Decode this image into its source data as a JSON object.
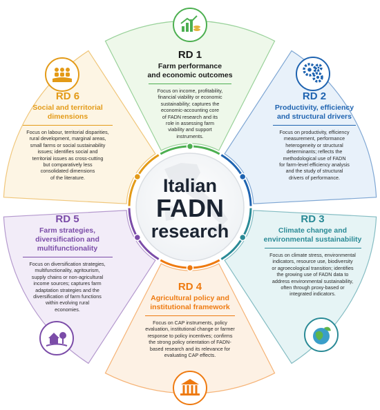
{
  "center": {
    "line1": "Italian",
    "line2": "FADN",
    "line3": "research"
  },
  "colors": {
    "rd1": "#4caf50",
    "rd2": "#1e63b0",
    "rd3": "#2a8a96",
    "rd4": "#ee7a10",
    "rd5": "#7b4ca8",
    "rd6": "#e39a17",
    "center_text": "#1b2432"
  },
  "sections": [
    {
      "id": "rd1",
      "number": "RD 1",
      "title": [
        "Farm performance",
        "and economic outcomes"
      ],
      "description": [
        "Focus on income, profitability,",
        "financial viability or economic",
        "sustainability; captures the",
        "economic-accounting core",
        "of FADN research and its",
        "role in assessing farm",
        "viability and support",
        "instruments."
      ],
      "icon": "bar-chart-coins-icon"
    },
    {
      "id": "rd2",
      "number": "RD 2",
      "title": [
        "Productivity, efficiency",
        "and structural drivers"
      ],
      "description": [
        "Focus on productivity, efficiency",
        "measurement, performance",
        "heterogeneity or structural",
        "determinants; reflects the",
        "methodological use of FADN",
        "for farm-level efficiency analysis",
        "and the study of structural",
        "drivers of performance."
      ],
      "icon": "gears-icon"
    },
    {
      "id": "rd3",
      "number": "RD 3",
      "title": [
        "Climate change and",
        "environmental sustainability"
      ],
      "description": [
        "Focus on climate stress, environmental",
        "indicators, resource use, biodiversity",
        "or agroecological transition; identifies",
        "the growing use of FADN data to",
        "address environmental sustainability,",
        "often through proxy-based or",
        "integrated indicators."
      ],
      "icon": "globe-leaf-icon"
    },
    {
      "id": "rd4",
      "number": "RD 4",
      "title": [
        "Agricultural policy and",
        "institutional framework"
      ],
      "description": [
        "Focus on CAP instruments, policy",
        "evaluation, institutional change or farmer",
        "response to policy incentives; confirms",
        "the strong policy orientation of FADN-",
        "based research and its relevance for",
        "evaluating CAP effects."
      ],
      "icon": "institution-building-icon"
    },
    {
      "id": "rd5",
      "number": "RD 5",
      "title": [
        "Farm strategies,",
        "diversification and",
        "multifunctionality"
      ],
      "description": [
        "Focus on diversification strategies,",
        "multifunctionality, agritourism,",
        "supply chains or non-agricultural",
        "income sources; captures farm",
        "adaptation strategies and the",
        "diversification of farm functions",
        "within evolving rural",
        "economies."
      ],
      "icon": "farmhouse-tree-icon"
    },
    {
      "id": "rd6",
      "number": "RD 6",
      "title": [
        "Social and territorial",
        "dimensions"
      ],
      "description": [
        "Focus on labour, territorial disparities,",
        "rural development, marginal areas,",
        "small farms or social sustainability",
        "issues; identifies social and",
        "territorial issues as cross-cutting",
        "but comparatively less",
        "consolidated dimensions",
        "of the literature."
      ],
      "icon": "rural-community-icon"
    }
  ]
}
